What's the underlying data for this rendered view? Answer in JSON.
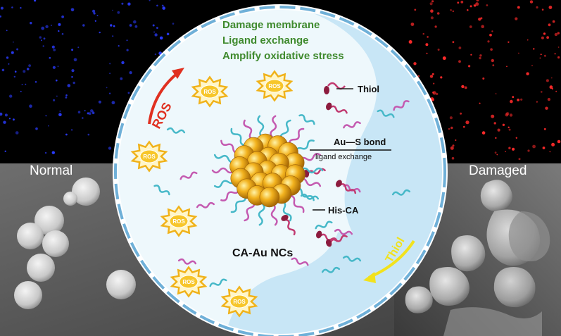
{
  "mechanisms": [
    "Damage membrane",
    "Ligand exchange",
    "Amplify oxidative stress"
  ],
  "labels": {
    "normal": "Normal",
    "damaged": "Damaged",
    "ros_arrow": "ROS",
    "thiol_arrow": "Thiol",
    "ros_badge": "ROS",
    "thiol": "Thiol",
    "au_s_bond": "Au—S bond",
    "ligand_exchange": "ligand exchange",
    "his_ca": "His-CA",
    "nanocluster": "CA-Au NCs"
  },
  "colors": {
    "mechanism_text": "#3f8a2e",
    "ros_arrow": "#e03020",
    "thiol_arrow": "#f2e21c",
    "gold": "#e8a619",
    "blue_fluorescence": "#2a3cff",
    "red_fluorescence": "#ff2a2a"
  }
}
